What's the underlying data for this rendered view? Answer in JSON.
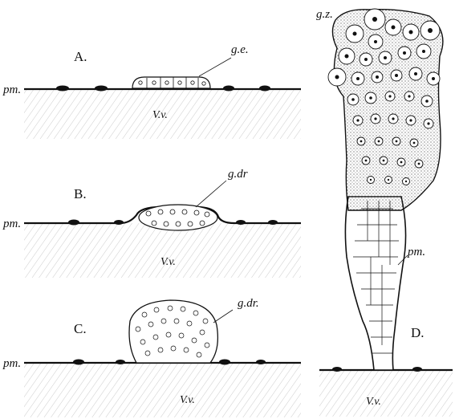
{
  "panels": {
    "A": {
      "letter": "A.",
      "membrane_label": "pm.",
      "cell_label": "g.e.",
      "base_label": "V.v."
    },
    "B": {
      "letter": "B.",
      "membrane_label": "pm.",
      "cell_label": "g.dr",
      "base_label": "V.v."
    },
    "C": {
      "letter": "C.",
      "membrane_label": "pm.",
      "cell_label": "g.dr.",
      "base_label": "V.v."
    },
    "D": {
      "letter": "D.",
      "membrane_label": "pm.",
      "cell_label": "g.z.",
      "base_label": "V.v."
    }
  },
  "colors": {
    "ink": "#111111",
    "paper": "#ffffff",
    "hatch": "#6b6b6b"
  }
}
